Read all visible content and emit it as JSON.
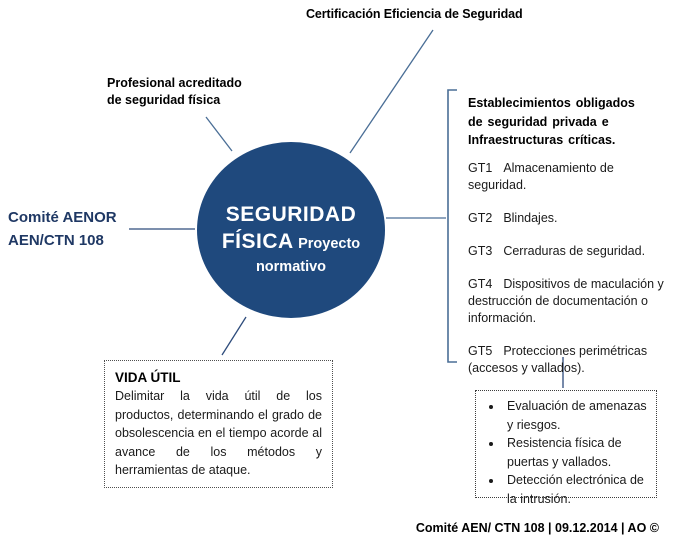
{
  "colors": {
    "circle_fill": "#1F497D",
    "connector_steel": "#4A6E96",
    "connector_navy": "#2E4C7C",
    "committee_text": "#1F3864",
    "body_text": "#000000"
  },
  "labels": {
    "certificacion": "Certificación Eficiencia de Seguridad",
    "profesional_line1": "Profesional acreditado",
    "profesional_line2": "de seguridad física",
    "committee_line1": "Comité AENOR",
    "committee_line2": "AEN/CTN 108"
  },
  "circle": {
    "line1": "SEGURIDAD",
    "line2_big": "FÍSICA",
    "line2_small": "Proyecto",
    "line3": "normativo"
  },
  "right_panel": {
    "header": [
      "Establecimientos obligados",
      "de seguridad privada e",
      "Infraestructuras críticas."
    ],
    "items": [
      {
        "code": "GT1",
        "text": "Almacenamiento de seguridad."
      },
      {
        "code": "GT2",
        "text": "Blindajes."
      },
      {
        "code": "GT3",
        "text": "Cerraduras de seguridad."
      },
      {
        "code": "GT4",
        "text": "Dispositivos de maculación y destrucción de documentación o información."
      },
      {
        "code": "GT5",
        "text": "Protecciones perimétricas (accesos y vallados)."
      }
    ]
  },
  "vida_util_box": {
    "title": "VIDA ÚTIL",
    "body": "Delimitar la vida útil de los productos, determinando el grado de obsolescencia en el tiempo acorde al avance de los métodos y herramientas de ataque."
  },
  "bullet_box": {
    "items": [
      "Evaluación de amenazas y riesgos.",
      "Resistencia física de puertas y vallados.",
      "Detección electrónica de la intrusión."
    ]
  },
  "footer": {
    "text": "Comité AEN/ CTN 108 | 09.12.2014 | AO ©"
  }
}
